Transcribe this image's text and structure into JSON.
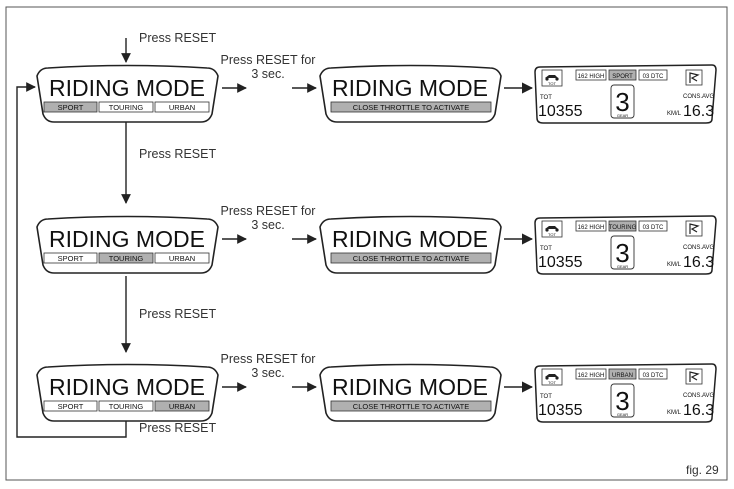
{
  "press_reset": "Press RESET",
  "press_reset_3s_line1": "Press RESET for",
  "press_reset_3s_line2": "3 sec.",
  "panel_title": "RIDING MODE",
  "close_throttle": "CLOSE THROTTLE TO ACTIVATE",
  "modes": [
    "SPORT",
    "TOURING",
    "URBAN"
  ],
  "dash": {
    "tot_icon": "TOT",
    "tot_label": "TOT",
    "odometer": "10355",
    "speed_box": "162 HIGH",
    "dtc_box": "03 DTC",
    "gear": "3",
    "gear_label": "GEAR",
    "cons_label": "CONS.AVG",
    "cons_unit": "KM/L",
    "cons_value": "16.3"
  },
  "rows": [
    {
      "selected_index": 0,
      "dash_mode": "SPORT"
    },
    {
      "selected_index": 1,
      "dash_mode": "TOURING"
    },
    {
      "selected_index": 2,
      "dash_mode": "URBAN"
    }
  ],
  "figure_label": "fig. 29",
  "colors": {
    "highlight": "#b0b0b0",
    "line": "#222222"
  }
}
